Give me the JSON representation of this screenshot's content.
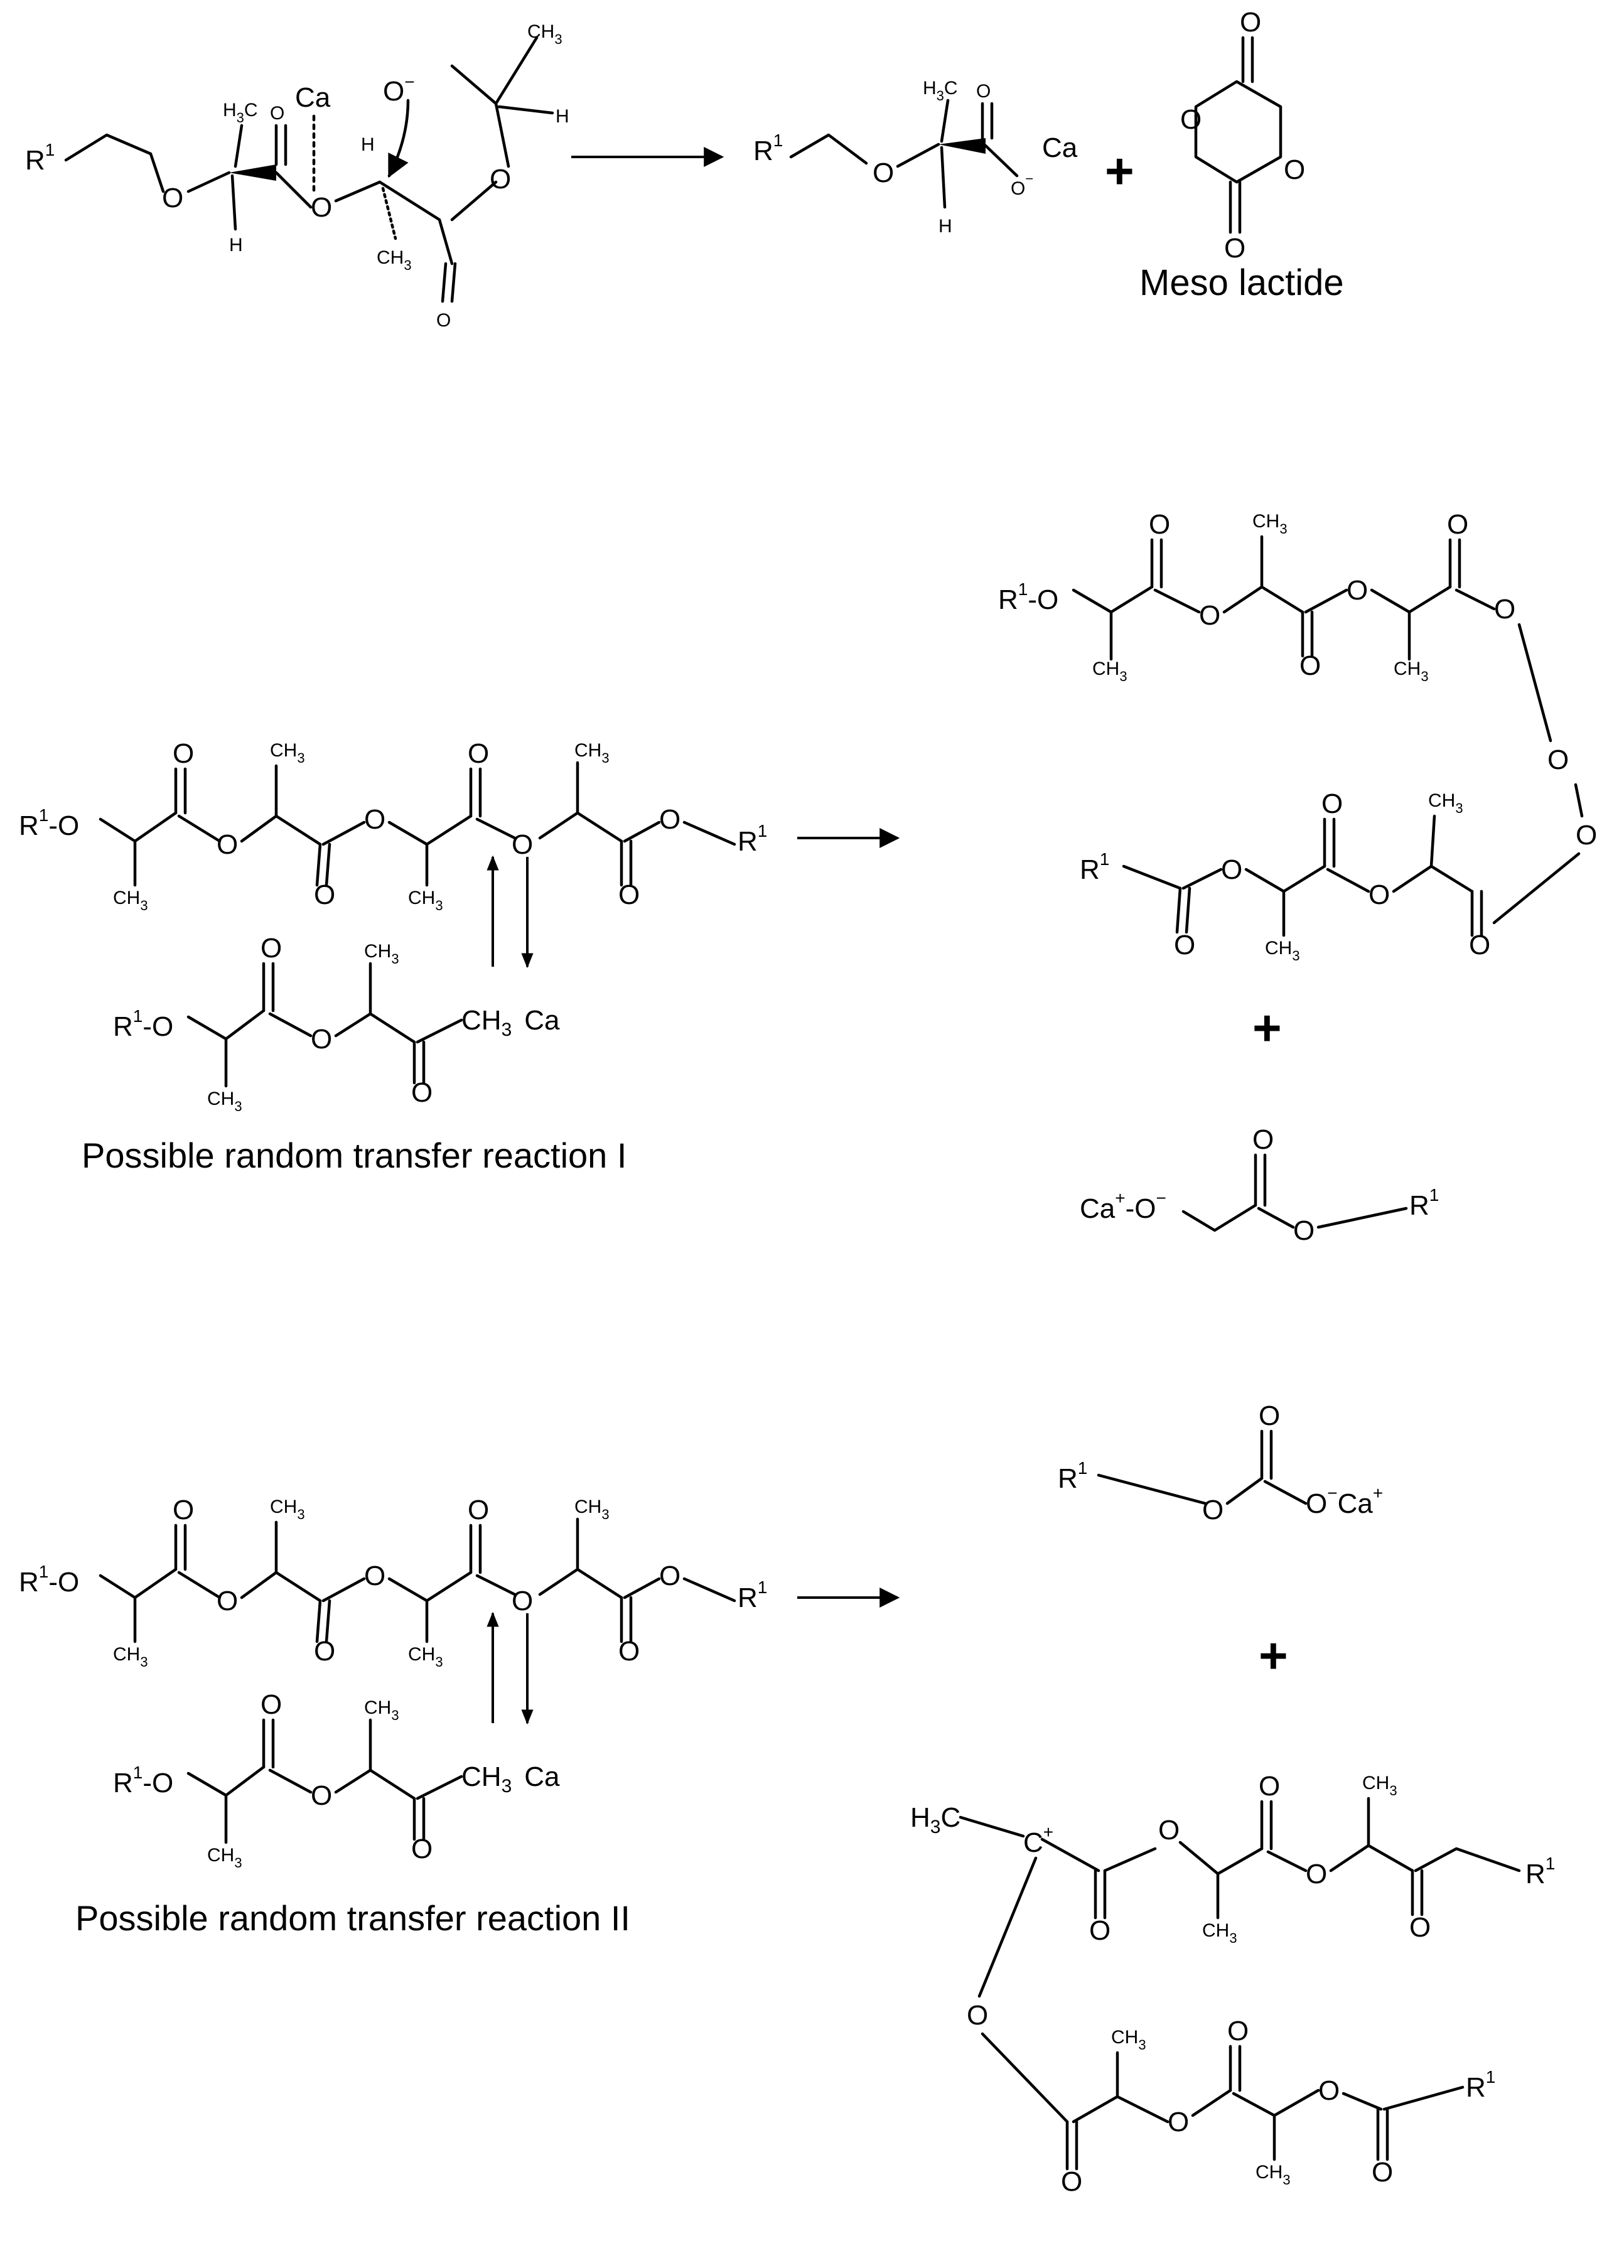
{
  "scheme": {
    "labels": {
      "meso_lactide": "Meso lactide",
      "reaction_1": "Possible random transfer reaction I",
      "reaction_2": "Possible random transfer reaction II"
    },
    "atoms": {
      "O": "O",
      "R": "R",
      "one": "1",
      "CH": "CH",
      "H": "H",
      "three": "3",
      "Ca": "Ca",
      "C": "C",
      "plus": "+",
      "minus": "−",
      "dash": "-",
      "H3C_H": "H",
      "H3C_C": "C"
    }
  }
}
